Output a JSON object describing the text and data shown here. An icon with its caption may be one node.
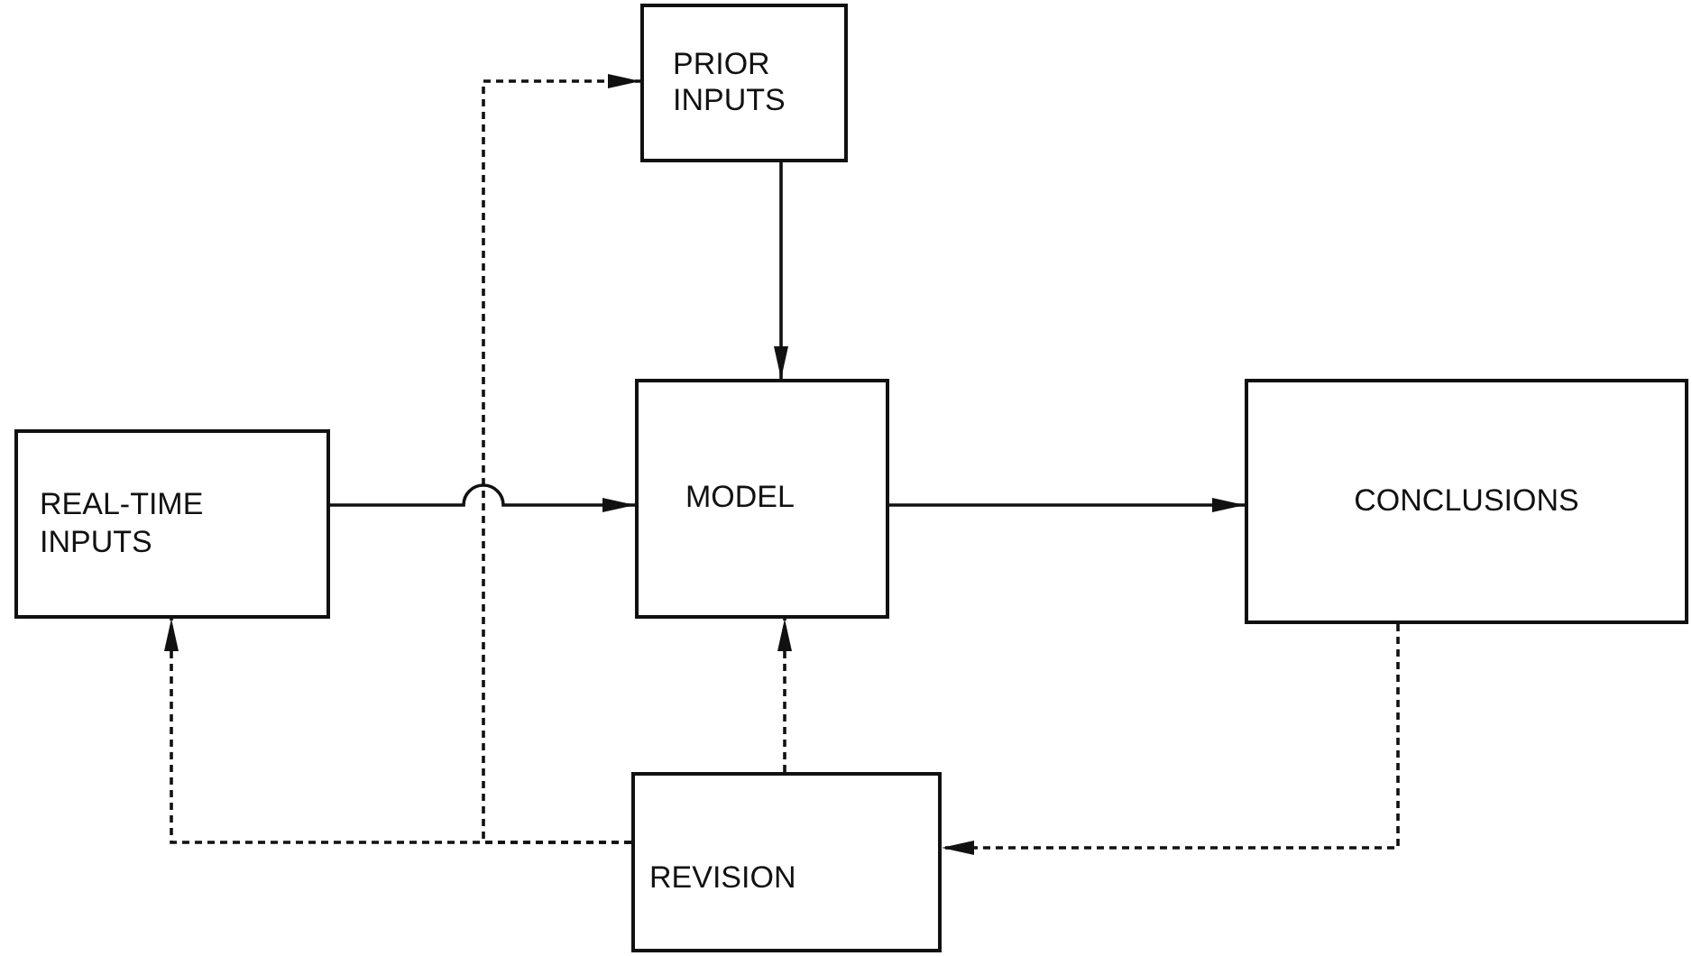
{
  "diagram": {
    "nodes": [
      {
        "text": [
          "PRIOR INPUTS"
        ]
      },
      {
        "text": [
          "REAL-TIME INPUTS"
        ]
      },
      {
        "text": [
          "MODEL"
        ]
      },
      {
        "text": [
          "CONCLUSIONS"
        ]
      },
      {
        "text": [
          "REVISION"
        ]
      }
    ],
    "edges": [
      {
        "from": 0,
        "to": 2,
        "arrow": "to"
      },
      {
        "from": 1,
        "to": 2,
        "arrow": "to"
      },
      {
        "from": 2,
        "to": 3,
        "arrow": "to"
      },
      {
        "from": 3,
        "to": 4,
        "arrow": "to",
        "style": "dashed"
      },
      {
        "from": 4,
        "to": 2,
        "arrow": "to",
        "style": "dashed"
      },
      {
        "from": 4,
        "to": 1,
        "arrow": "to",
        "style": "dashed"
      },
      {
        "from": 4,
        "to": 0,
        "arrow": "to",
        "style": "dashed"
      }
    ]
  }
}
